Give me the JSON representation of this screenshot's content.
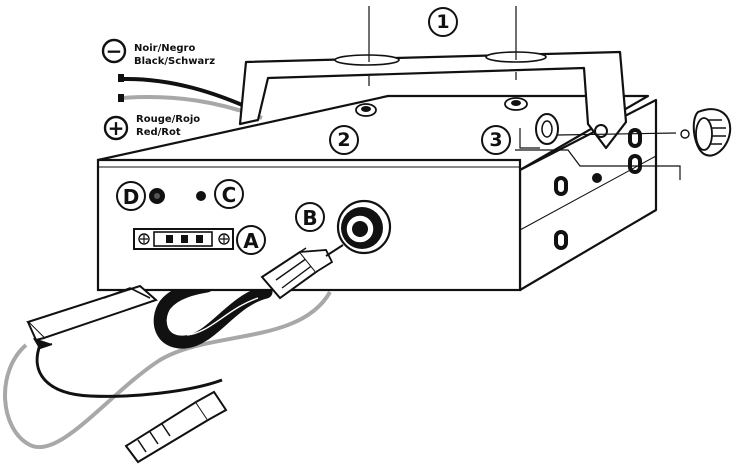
{
  "wire_labels": {
    "negative_symbol": "−",
    "negative_line1": "Noir/Negro",
    "negative_line2": "Black/Schwarz",
    "positive_symbol": "+",
    "positive_line1": "Rouge/Rojo",
    "positive_line2": "Red/Rot"
  },
  "callouts": {
    "bracket": "1",
    "top_screw": "2",
    "side_knob": "3",
    "power_socket": "A",
    "antenna_connector": "B",
    "small_jack_c": "C",
    "jack_d": "D"
  },
  "colors": {
    "ink": "#111111",
    "wire_grey": "#a8a8a8",
    "paper": "#ffffff"
  }
}
